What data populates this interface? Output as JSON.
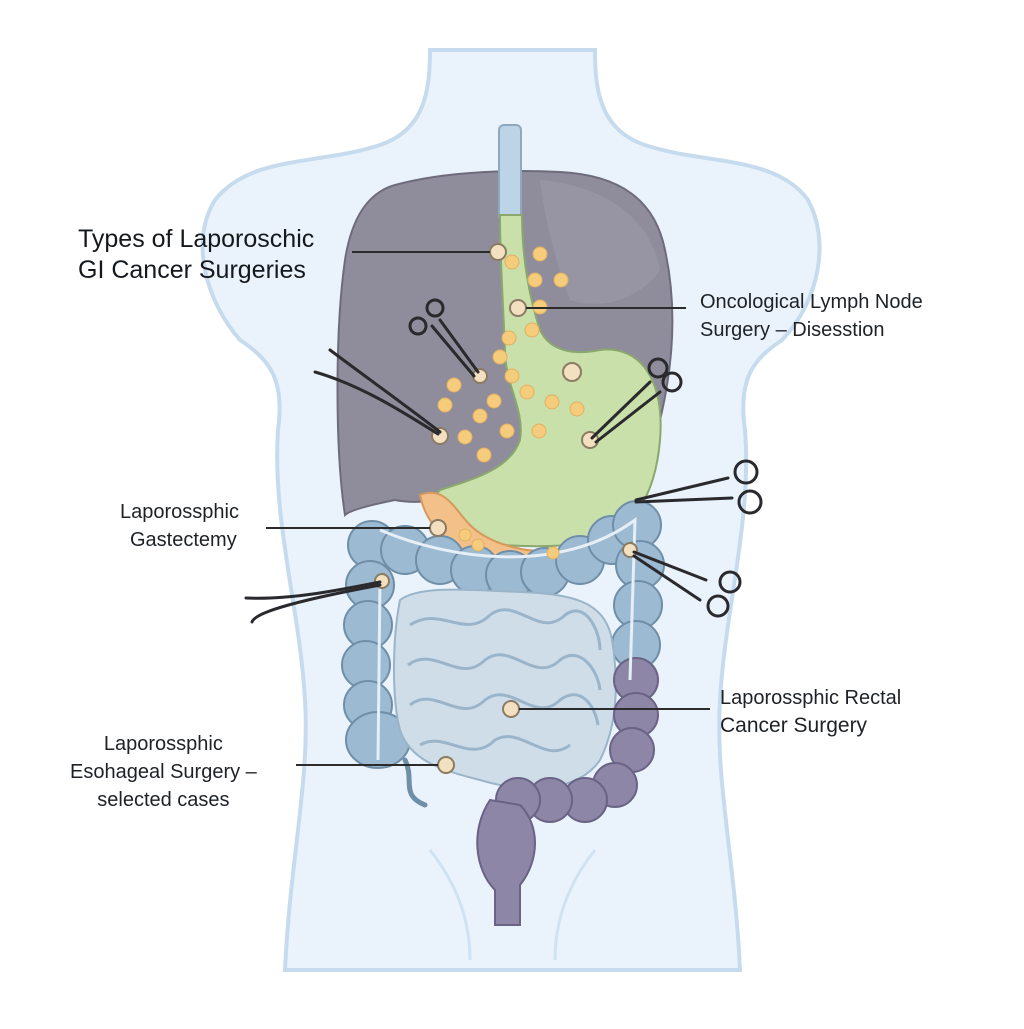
{
  "labels": {
    "title": {
      "line1": "Types of Laporoschic",
      "line2": "GI Cancer Surgeries"
    },
    "lymph_node": {
      "line1": "Oncological Lymph Node",
      "line2": "Surgery – Disesstion"
    },
    "gastrectomy": {
      "line1": "Laporossphic",
      "line2": "Gastectemy"
    },
    "rectal": {
      "line1": "Laporossphic Rectal",
      "line2": "Cancer Surgery"
    },
    "esophageal": {
      "line1": "Laporossphic",
      "line2": "Esohageal Surgery –",
      "line3": "selected cases"
    }
  },
  "colors": {
    "body_fill": "#eaf3fb",
    "body_outline": "#c6dcee",
    "liver": "#8f8d9c",
    "stomach": "#c9e0aa",
    "esophagus": "#bcd4e6",
    "lymph_nodes": "#f4cc7c",
    "pancreas": "#f3c08a",
    "colon": "#9cbad2",
    "small_intestine": "#cfdde9",
    "rectum": "#8e86a6",
    "instrument": "#2a2a2e"
  }
}
